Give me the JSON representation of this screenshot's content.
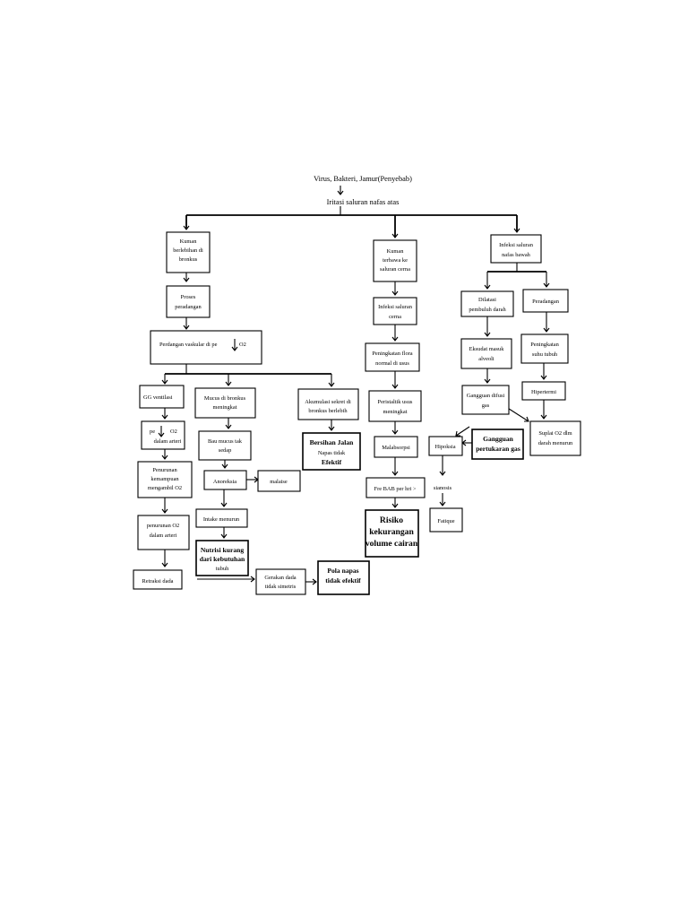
{
  "root": {
    "line1": "Virus, Bakteri, Jamur(Penyebab)",
    "line2": "Iritasi saluran nafas atas"
  },
  "col1": {
    "kuman": [
      "Kuman",
      "berlebihan di",
      "bronkus"
    ],
    "proses": [
      "Proses",
      "peradangan"
    ],
    "perdangan": {
      "text": "Perdangan vaskular di pe",
      "suffix": "O2"
    },
    "gg_ventilasi": "GG ventilasi",
    "pe_o2": {
      "a": "pe",
      "b": "O2",
      "c": "dalam arteri"
    },
    "penurunan_kemampuan": [
      "Penurunan",
      "kemampuan",
      "mengambil O2"
    ],
    "penurunan_o2": [
      "penurunan O2",
      "dalam arteri"
    ],
    "retraksi": "Retraksi dada"
  },
  "col2": {
    "mucus": [
      "Mucus di bronkus",
      "meningkat"
    ],
    "bau_mucus": [
      "Bau mucus tak",
      "sedap"
    ],
    "anoreksia": "Anoreksia",
    "malaise": "malaise",
    "intake": "Intake menurun",
    "nutrisi": [
      "Nutrisi kurang",
      "dari kebutuhan",
      "tubuh"
    ],
    "gerakan": [
      "Gerakan dada",
      "tidak simetris"
    ],
    "pola_napas": [
      "Pola napas",
      "tidak efektif"
    ]
  },
  "col3": {
    "akumulasi": [
      "Akumulasi sekret di",
      "bronkus berlebih"
    ],
    "bersihan": [
      "Bersihan Jalan",
      "Napas tidak",
      "Efektif"
    ]
  },
  "col4": {
    "kuman_cerna": [
      "Kuman",
      "terbawa ke",
      "saluran cerna"
    ],
    "infeksi_cerna": [
      "Infeksi saluran",
      "cerna"
    ],
    "peningkatan_flora": [
      "Peningkatan flora",
      "normal di usus"
    ],
    "peristaltik": [
      "Peristaltik usus",
      "meningkat"
    ],
    "malabsorpsi": "Malabsorpsi",
    "frek_bab": "Fre BAB per hri >",
    "risiko": [
      "Risiko",
      "kekurangan",
      "volume cairan"
    ]
  },
  "col5": {
    "infeksi_bawah": [
      "Infeksi saluran",
      "nafas bawah"
    ],
    "dilatasi": [
      "Dilatasi",
      "pembuluh darah"
    ],
    "eksudat": [
      "Eksudat masuk",
      "alveoli"
    ],
    "gangguan_difusi": [
      "Gangguan difusi",
      "gas"
    ],
    "gangguan_pertukaran": [
      "Gangguan",
      "pertukaran gas"
    ],
    "hipoksia": "Hipoksia",
    "sianosis": "sianosis",
    "fatique": "Fatique",
    "peradangan": "Peradangan",
    "peningkatan_suhu": [
      "Peningkatan",
      "suhu tubuh"
    ],
    "hipertermi": "Hipertermi",
    "suplai_o2": [
      "Suplai O2 dlm",
      "darah menurun"
    ]
  }
}
